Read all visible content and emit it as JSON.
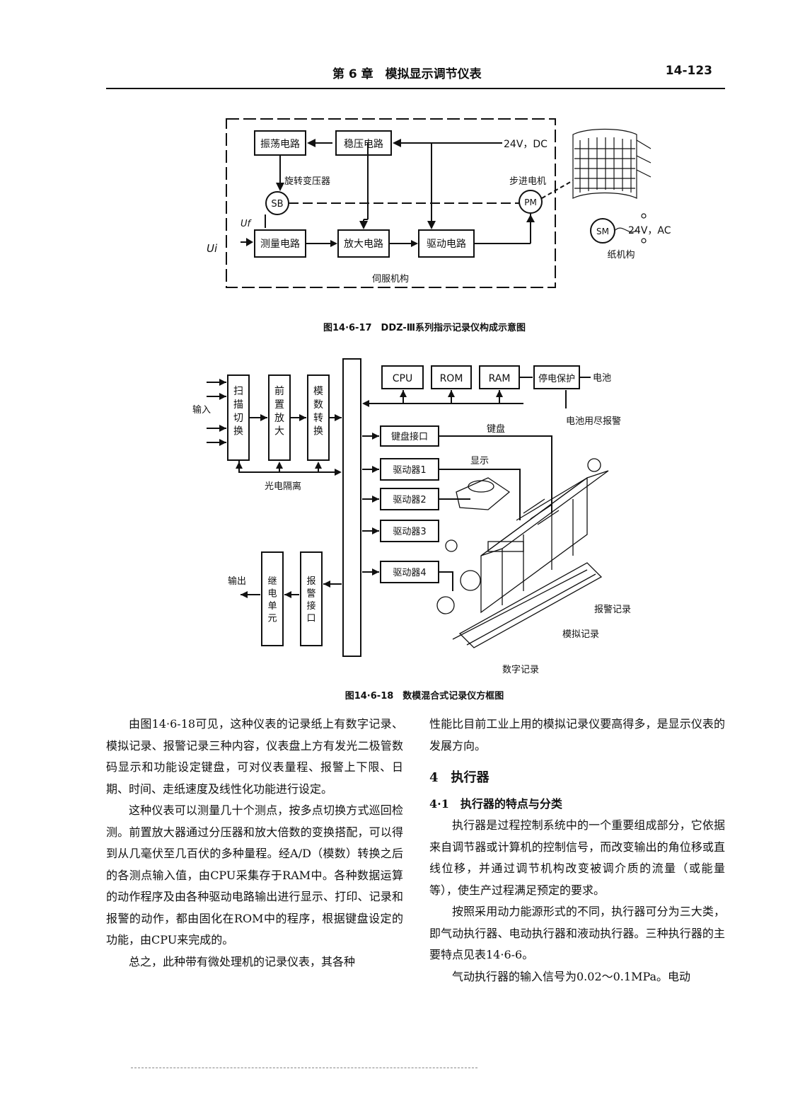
{
  "header": {
    "chapter": "第 6 章　模拟显示调节仪表",
    "page_number": "14-123"
  },
  "figure1": {
    "caption": "图14·6-17　DDZ-Ⅲ系列指示记录仪构成示意图",
    "blocks": {
      "oscillator": "振荡电路",
      "regulator": "稳压电路",
      "measure": "测量电路",
      "amplifier": "放大电路",
      "driver": "驱动电路"
    },
    "labels": {
      "power_dc": "24V，DC",
      "rotary_transformer": "旋转变压器",
      "sb": "SB",
      "stepper_motor": "步进电机",
      "pm": "PM",
      "uf": "Uf",
      "ui": "Ui",
      "servo": "伺服机构",
      "sm": "SM",
      "power_ac": "24V，AC",
      "paper_mech": "纸机构"
    }
  },
  "figure2": {
    "caption": "图14·6-18　数模混合式记录仪方框图",
    "blocks": {
      "scan": "扫描切换",
      "preamp": "前置放大",
      "adc": "模数转换",
      "cpu": "CPU",
      "rom": "ROM",
      "ram": "RAM",
      "power_protect": "停电保护",
      "keyboard_if": "键盘接口",
      "driver1": "驱动器1",
      "driver2": "驱动器2",
      "driver3": "驱动器3",
      "driver4": "驱动器4",
      "relay": "继电单元",
      "alarm_if": "报警接口"
    },
    "labels": {
      "input": "输入",
      "output": "输出",
      "opto": "光电隔离",
      "battery": "电池",
      "battery_alarm": "电池用尽报警",
      "keyboard": "键盘",
      "display": "显示",
      "alarm_record": "报警记录",
      "analog_record": "模拟记录",
      "digital_record": "数字记录"
    }
  },
  "left_column": [
    "由图14·6-18可见，这种仪表的记录纸上有数字记录、模拟记录、报警记录三种内容，仪表盘上方有发光二极管数码显示和功能设定键盘，可对仪表量程、报警上下限、日期、时间、走纸速度及线性化功能进行设定。",
    "这种仪表可以测量几十个测点，按多点切换方式巡回检测。前置放大器通过分压器和放大倍数的变换搭配，可以得到从几毫伏至几百伏的多种量程。经A/D（模数）转换之后的各测点输入值，由CPU采集存于RAM中。各种数据运算的动作程序及由各种驱动电路输出进行显示、打印、记录和报警的动作，都由固化在ROM中的程序，根据键盘设定的功能，由CPU来完成的。",
    "总之，此种带有微处理机的记录仪表，其各种"
  ],
  "right_column": {
    "continuation": "性能比目前工业上用的模拟记录仪要高得多，是显示仪表的发展方向。",
    "section_title": "4　执行器",
    "subsection_title": "4·1　执行器的特点与分类",
    "paragraphs": [
      "执行器是过程控制系统中的一个重要组成部分，它依据来自调节器或计算机的控制信号，而改变输出的角位移或直线位移，并通过调节机构改变被调介质的流量（或能量等），使生产过程满足预定的要求。",
      "按照采用动力能源形式的不同，执行器可分为三大类，即气动执行器、电动执行器和液动执行器。三种执行器的主要特点见表14·6-6。",
      "气动执行器的输入信号为0.02～0.1MPa。电动"
    ]
  }
}
